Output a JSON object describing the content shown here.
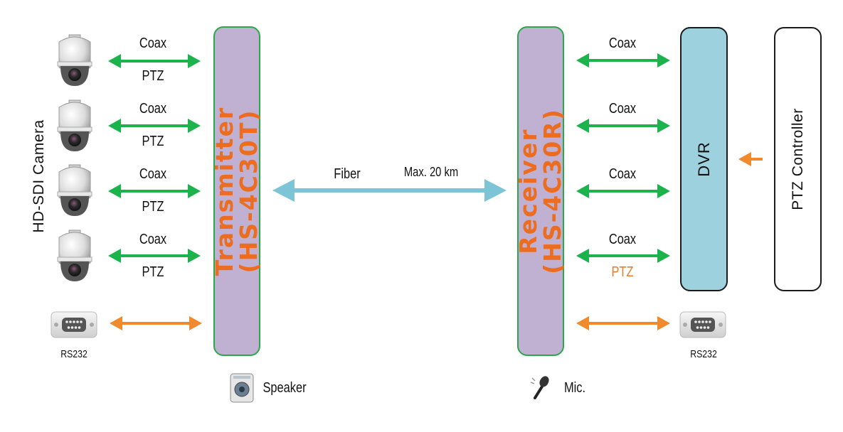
{
  "left_column_title": "HD-SDI Camera",
  "camera_rows": [
    {
      "coax": "Coax",
      "ptz": "PTZ"
    },
    {
      "coax": "Coax",
      "ptz": "PTZ"
    },
    {
      "coax": "Coax",
      "ptz": "PTZ"
    },
    {
      "coax": "Coax",
      "ptz": "PTZ"
    }
  ],
  "dvr_rows": [
    {
      "coax": "Coax"
    },
    {
      "coax": "Coax"
    },
    {
      "coax": "Coax"
    },
    {
      "coax": "Coax",
      "ptz": "PTZ"
    }
  ],
  "transmitter": {
    "line1": "Transmitter",
    "line2": "(HS-4C30T)"
  },
  "receiver": {
    "line1": "Receiver",
    "line2": "(HS-4C30R)"
  },
  "fiber": {
    "label": "Fiber",
    "distance": "Max. 20 km"
  },
  "dvr_label": "DVR",
  "ptz_controller_label": "PTZ Controller",
  "rs232_left": "RS232",
  "rs232_right": "RS232",
  "speaker_label": "Speaker",
  "mic_label": "Mic.",
  "colors": {
    "green_arrow": "#1db34c",
    "orange_arrow": "#f08a2c",
    "fiber_arrow": "#7cc4d6",
    "module_fill": "#c0b1d2",
    "module_border": "#2aa84a",
    "dvr_fill": "#9dd1de",
    "dvr_border": "#1b1b1b",
    "orange_text": "#ec6d1f"
  }
}
